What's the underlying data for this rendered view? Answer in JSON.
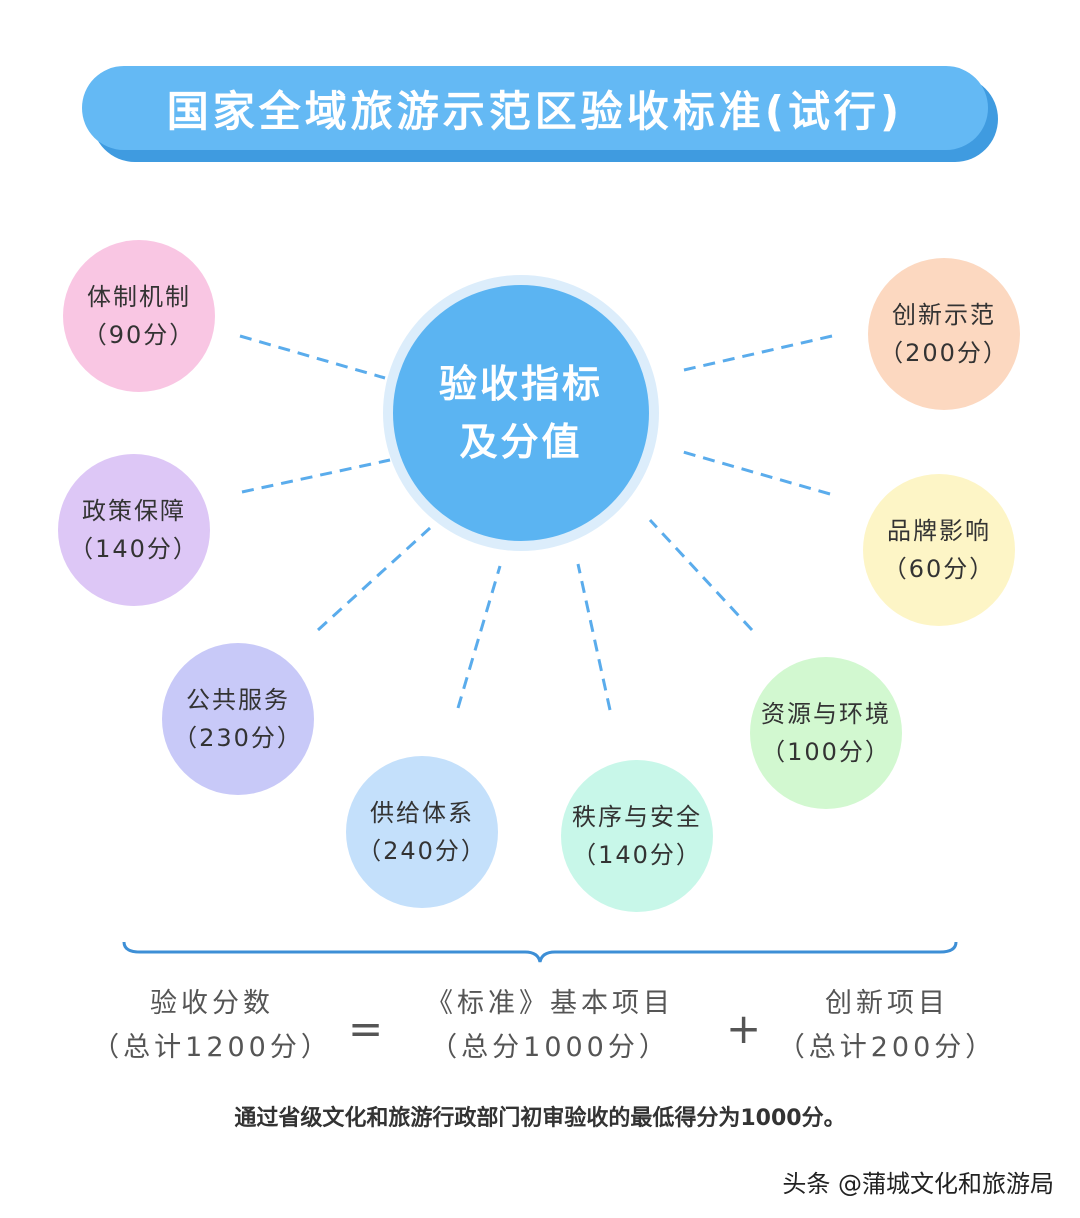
{
  "title": "国家全域旅游示范区验收标准(试行)",
  "hub": {
    "line1": "验收指标",
    "line2": "及分值"
  },
  "nodes": [
    {
      "name": "体制机制",
      "score": "（90分）",
      "color": "#f9c6e3"
    },
    {
      "name": "政策保障",
      "score": "（140分）",
      "color": "#ddc7f6"
    },
    {
      "name": "公共服务",
      "score": "（230分）",
      "color": "#c8c9f8"
    },
    {
      "name": "供给体系",
      "score": "（240分）",
      "color": "#c4e0fb"
    },
    {
      "name": "秩序与安全",
      "score": "（140分）",
      "color": "#c8f7e9"
    },
    {
      "name": "资源与环境",
      "score": "（100分）",
      "color": "#d2f8d0"
    },
    {
      "name": "品牌影响",
      "score": "（60分）",
      "color": "#fdf5c6"
    },
    {
      "name": "创新示范",
      "score": "（200分）",
      "color": "#fcd8c0"
    }
  ],
  "formula": {
    "total_label": "验收分数",
    "total_value": "（总计1200分）",
    "equals": "=",
    "basic_label": "《标准》基本项目",
    "basic_value": "（总分1000分）",
    "plus": "+",
    "innovation_label": "创新项目",
    "innovation_value": "（总计200分）"
  },
  "footnote": "通过省级文化和旅游行政部门初审验收的最低得分为1000分。",
  "watermark": "头条 @蒲城文化和旅游局",
  "colors": {
    "title_bar": "#64b9f4",
    "hub": "#5bb4f2",
    "dashed_line": "#5aacec"
  }
}
